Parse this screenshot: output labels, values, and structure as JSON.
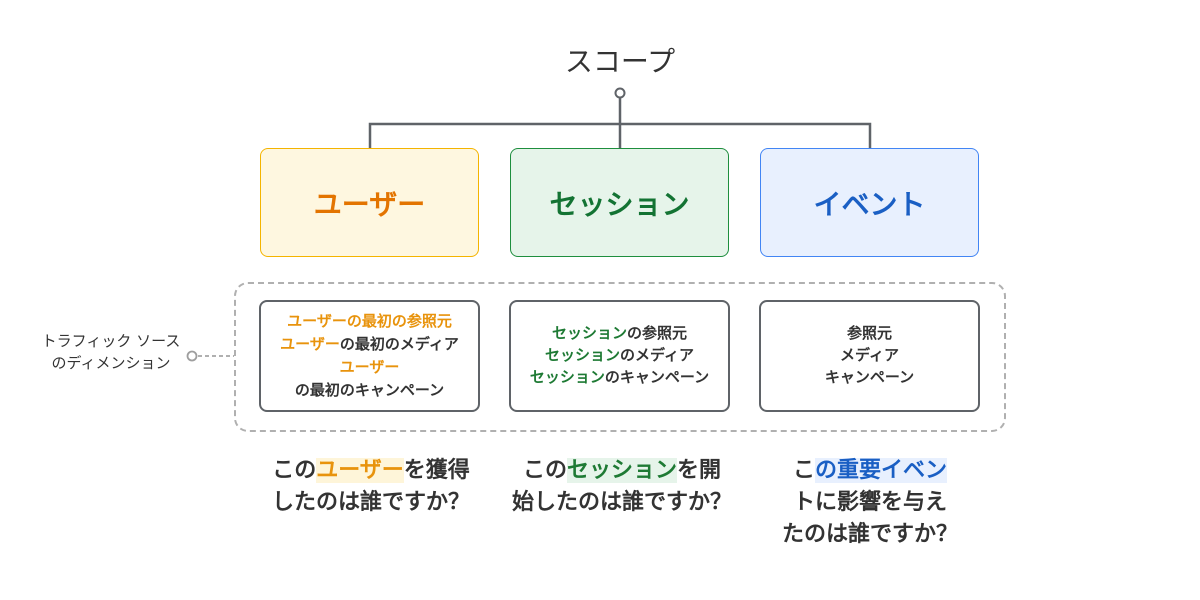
{
  "root": {
    "title": "スコープ"
  },
  "scopes": [
    {
      "label": "ユーザー"
    },
    {
      "label": "セッション"
    },
    {
      "label": "イベント"
    }
  ],
  "side_label": {
    "line1": "トラフィック ソース",
    "line2": "のディメンション"
  },
  "dimensions": {
    "user": {
      "line1_hl": "ユーザーの最初の参照元",
      "line2_hl": "ユーザー",
      "line2_rest": "の最初のメディア",
      "line3_hl": "ユーザー",
      "line4": "の最初のキャンペーン"
    },
    "session": {
      "line1_hl": "セッション",
      "line1_rest": "の参照元",
      "line2_hl": "セッション",
      "line2_rest": "のメディア",
      "line3_hl": "セッション",
      "line3_rest": "のキャンペーン"
    },
    "event": {
      "line1": "参照元",
      "line2": "メディア",
      "line3": "キャンペーン"
    }
  },
  "questions": {
    "user": {
      "pre": "この",
      "hl": "ユーザー",
      "post1": "を獲得",
      "line2": "したのは誰ですか？"
    },
    "session": {
      "pre": "この",
      "hl": "セッション",
      "post1": "を開",
      "line2": "始したのは誰ですか？"
    },
    "event": {
      "pre": "こ",
      "hl": "の重要イベン",
      "line2": "トに影響を与え",
      "line3": "たのは誰ですか？"
    }
  },
  "colors": {
    "user_accent": "#e37400",
    "session_accent": "#137333",
    "event_accent": "#1a5fc4",
    "connector": "#5f6368",
    "dashed_border": "#b0b0b0"
  }
}
